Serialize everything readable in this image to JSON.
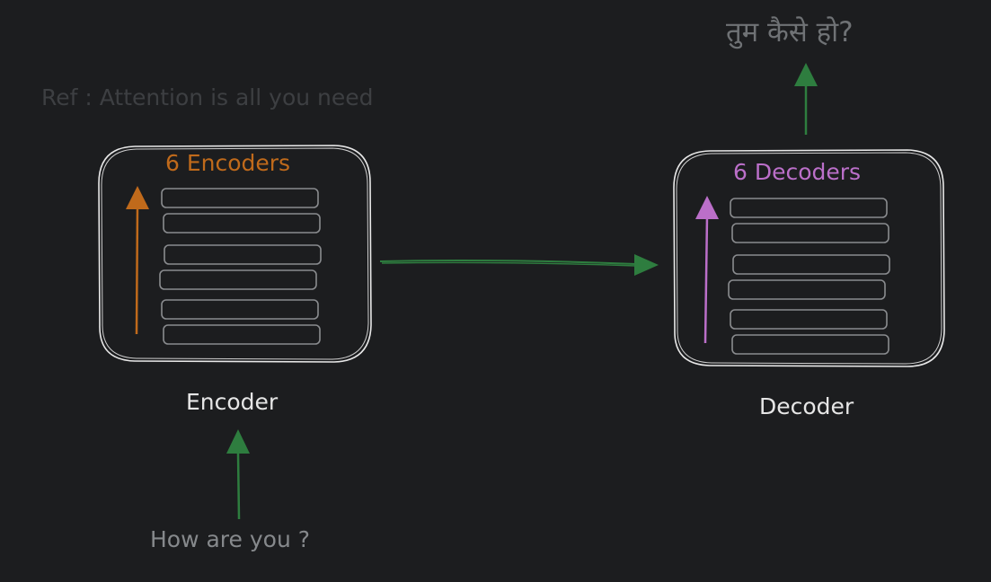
{
  "reference": "Ref : Attention is all you need",
  "output": {
    "text": "तुम कैसे हो?"
  },
  "input": {
    "text": "How are you ?"
  },
  "encoder": {
    "title": "6 Encoders",
    "caption": "Encoder",
    "layer_count": 6,
    "accent_color": "#c06a1b"
  },
  "decoder": {
    "title": "6 Decoders",
    "caption": "Decoder",
    "layer_count": 6,
    "accent_color": "#bb6fc9"
  },
  "colors": {
    "background": "#1c1d1f",
    "box_stroke": "#e8e8e8",
    "layer_stroke": "#8a8c8f",
    "flow_arrow": "#2e7d3f"
  },
  "icons": {
    "flow_arrow": "arrow-right",
    "input_arrow": "arrow-up",
    "output_arrow": "arrow-up"
  }
}
